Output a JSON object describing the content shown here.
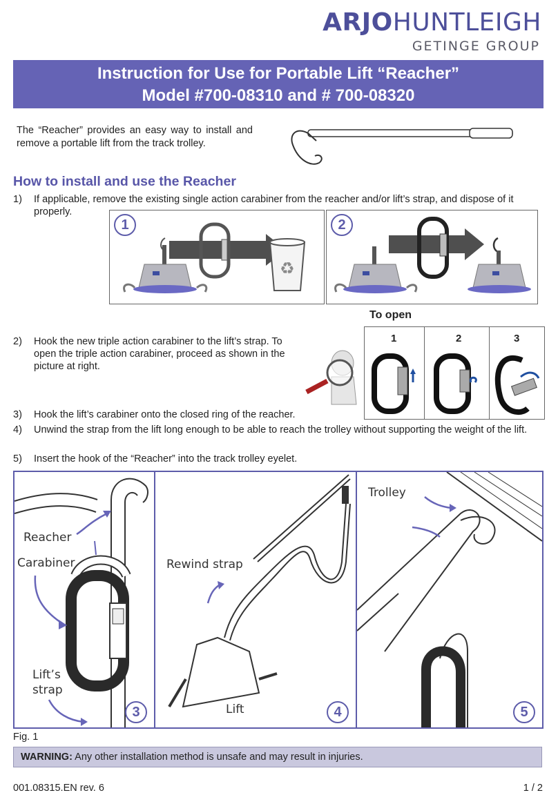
{
  "logo": {
    "brand_bold": "ARJO",
    "brand_rest": "HUNTLEIGH",
    "group": "GETINGE GROUP"
  },
  "title": {
    "line1": "Instruction for Use for Portable Lift “Reacher”",
    "line2": "Model #700-08310 and # 700-08320"
  },
  "intro": "The “Reacher” provides an easy way to install and remove a portable lift from the track trolley.",
  "section_heading": "How to install and use the Reacher",
  "steps": [
    {
      "num": "1)",
      "text": "If applicable, remove the existing single action carabiner from the reacher and/or lift’s strap, and dispose of it properly."
    },
    {
      "num": "2)",
      "text": "Hook the new triple action carabiner to the lift’s strap. To open the triple action carabiner, proceed as shown in the picture at right."
    },
    {
      "num": "3)",
      "text": "Hook the lift’s carabiner onto the closed ring of the reacher."
    },
    {
      "num": "4)",
      "text": "Unwind the strap from the lift long enough to be able to reach the trolley without supporting the weight of the lift."
    },
    {
      "num": "5)",
      "text": "Insert the hook of the “Reacher” into the track trolley eyelet."
    }
  ],
  "panels_top": {
    "p1": "1",
    "p2": "2"
  },
  "to_open": {
    "title": "To open",
    "cols": [
      "1",
      "2",
      "3"
    ]
  },
  "figure": {
    "labels": {
      "reacher": "Reacher",
      "carabiner": "Carabiner",
      "lifts_strap_1": "Lift’s",
      "lifts_strap_2": "strap",
      "rewind_strap": "Rewind strap",
      "lift": "Lift",
      "trolley": "Trolley"
    },
    "nums": [
      "3",
      "4",
      "5"
    ],
    "caption": "Fig. 1"
  },
  "warning": {
    "label": "WARNING:",
    "text": " Any other installation method is unsafe and may result in injuries."
  },
  "footer": {
    "doc_id": "001.08315.EN rev. 6",
    "page": "1 / 2"
  },
  "colors": {
    "accent": "#6563b5",
    "warning_bg": "#c9c8de"
  }
}
